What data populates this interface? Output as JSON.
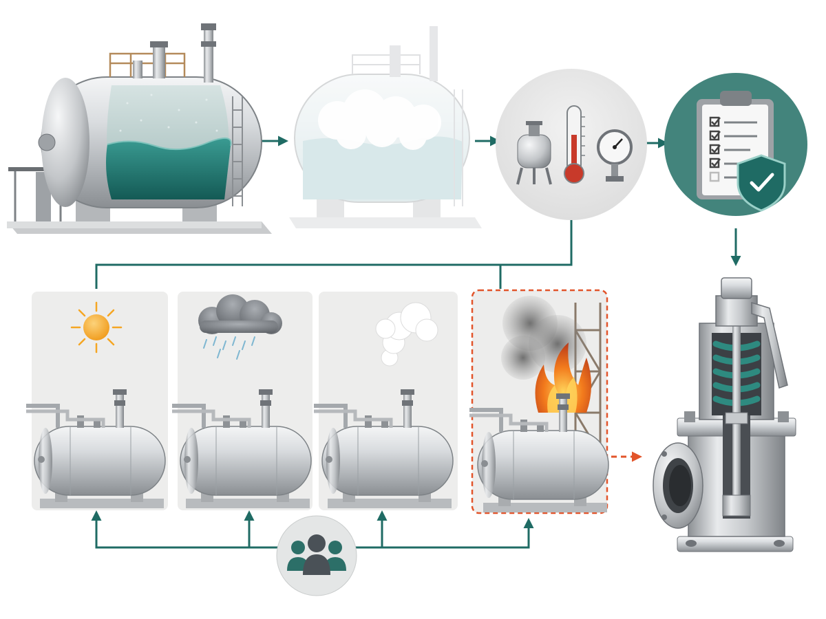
{
  "colors": {
    "accent": "#1f6b64",
    "liquid": "#2b8a82",
    "liquid_dark": "#16605a",
    "highlight": "#e2542a",
    "steel_light": "#f2f3f4",
    "steel_mid": "#c4c7ca",
    "steel_dark": "#7d8286",
    "panel": "#ececeb",
    "fire": "#f07a1e",
    "sun": "#f5a623"
  },
  "icons": [
    "horizontal-tank-with-liquid",
    "tank-filled-with-vapor",
    "pressure-vessel-icon",
    "thermometer-icon",
    "pressure-gauge-icon",
    "checklist-clipboard-icon",
    "shield-check-icon",
    "sun-icon",
    "rain-cloud-icon",
    "steam-plume-icon",
    "fire-icon",
    "people-group-icon",
    "pressure-relief-valve-cutaway"
  ],
  "scenarios": [
    {
      "id": "solar",
      "icon": "sun-icon",
      "highlighted": false
    },
    {
      "id": "rain",
      "icon": "rain-cloud-icon",
      "highlighted": false
    },
    {
      "id": "venting",
      "icon": "steam-plume-icon",
      "highlighted": false
    },
    {
      "id": "fire",
      "icon": "fire-icon",
      "highlighted": true
    }
  ]
}
